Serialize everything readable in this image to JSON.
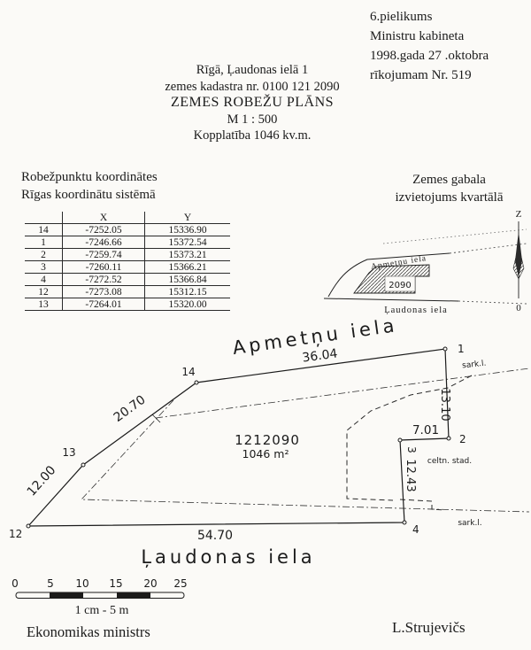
{
  "annex": {
    "line1": "6.pielikums",
    "line2": "Ministru kabineta",
    "line3": "1998.gada 27 .oktobra",
    "line4": "rīkojumam Nr. 519"
  },
  "title": {
    "line1": "Rīgā, Ļaudonas ielā 1",
    "line2": "zemes kadastra nr. 0100 121 2090",
    "line3": "ZEMES ROBEŽU PLĀNS",
    "line4": "M 1 : 500",
    "line5": "Kopplatība 1046 kv.m."
  },
  "coords": {
    "heading1": "Robežpunktu koordinātes",
    "heading2": "Rīgas  koordinātu sistēmā",
    "col_x": "X",
    "col_y": "Y",
    "rows": [
      {
        "pt": "14",
        "x": "-7252.05",
        "y": "15336.90"
      },
      {
        "pt": "1",
        "x": "-7246.66",
        "y": "15372.54"
      },
      {
        "pt": "2",
        "x": "-7259.74",
        "y": "15373.21"
      },
      {
        "pt": "3",
        "x": "-7260.11",
        "y": "15366.21"
      },
      {
        "pt": "4",
        "x": "-7272.52",
        "y": "15366.84"
      },
      {
        "pt": "12",
        "x": "-7273.08",
        "y": "15312.15"
      },
      {
        "pt": "13",
        "x": "-7264.01",
        "y": "15320.00"
      }
    ]
  },
  "location": {
    "heading1": "Zemes gabala",
    "heading2": "izvietojums kvartālā",
    "street_top": "Apmetņu iela",
    "street_bottom": "Ļaudonas iela",
    "parcel": "2090",
    "north_top": "Z",
    "north_bottom": "0"
  },
  "plan": {
    "street_top": "Apmetņu iela",
    "street_bottom": "Ļaudonas iela",
    "parcel_number": "1212090",
    "parcel_area": "1046 m²",
    "dims": {
      "d14_1": "36.04",
      "d13_14": "20.70",
      "d12_13": "12.00",
      "d4_12": "54.70",
      "d1_2": "13.10",
      "d3_2": "7.01",
      "d3_4": "12.43"
    },
    "points": {
      "p1": "1",
      "p2": "2",
      "p3": "3",
      "p4": "4",
      "p12": "12",
      "p13": "13",
      "p14": "14"
    },
    "notes": {
      "sark_top": "sark.l.",
      "sark_bottom": "sark.l.",
      "celtn": "celtn. stad."
    }
  },
  "scalebar": {
    "ticks": [
      "0",
      "5",
      "10",
      "15",
      "20",
      "25"
    ],
    "caption": "1 cm - 5 m"
  },
  "signatures": {
    "left": "Ekonomikas ministrs",
    "right": "L.Strujevičs"
  }
}
